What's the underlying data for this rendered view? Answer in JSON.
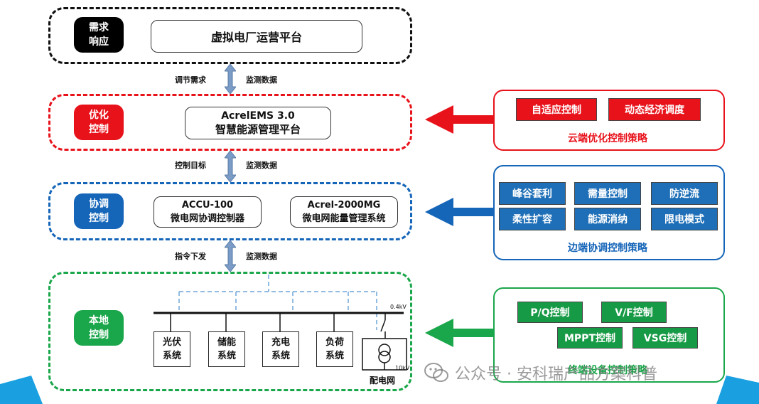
{
  "layers": {
    "demand": {
      "badge": "需求\n响应",
      "platform": "虚拟电厂运营平台"
    },
    "optimize": {
      "badge": "优化\n控制",
      "platform_line1": "AcrelEMS 3.0",
      "platform_line2": "智慧能源管理平台"
    },
    "coordinate": {
      "badge": "协调\n控制",
      "device1_line1": "ACCU-100",
      "device1_line2": "微电网协调控制器",
      "device2_line1": "Acrel-2000MG",
      "device2_line2": "微电网能量管理系统"
    },
    "local": {
      "badge": "本地\n控制",
      "systems": [
        "光伏\n系统",
        "储能\n系统",
        "充电\n系统",
        "负荷\n系统"
      ],
      "voltage_high": "0.4kV",
      "voltage_low": "10kV",
      "grid_label": "配电网"
    }
  },
  "arrows": {
    "a1": {
      "left": "调节需求",
      "right": "监测数据"
    },
    "a2": {
      "left": "控制目标",
      "right": "监测数据"
    },
    "a3": {
      "left": "指令下发",
      "right": "监测数据"
    }
  },
  "strategies": {
    "cloud": {
      "title": "云端优化控制策略",
      "tags": [
        "自适应控制",
        "动态经济调度"
      ]
    },
    "edge": {
      "title": "边端协调控制策略",
      "tags": [
        "峰谷套利",
        "需量控制",
        "防逆流",
        "柔性扩容",
        "能源消纳",
        "限电模式"
      ]
    },
    "terminal": {
      "title": "终端设备控制策略",
      "tags": [
        "P/Q控制",
        "V/F控制",
        "MPPT控制",
        "VSG控制"
      ]
    }
  },
  "watermark": "公众号 · 安科瑞产品方案科普",
  "colors": {
    "black": "#000000",
    "red": "#e8121b",
    "blue": "#1565b8",
    "green": "#1aa64a",
    "edge_tag": "#1e6fb7",
    "terminal_tag": "#179a45",
    "arrow_gray": "#7a9cc6"
  }
}
